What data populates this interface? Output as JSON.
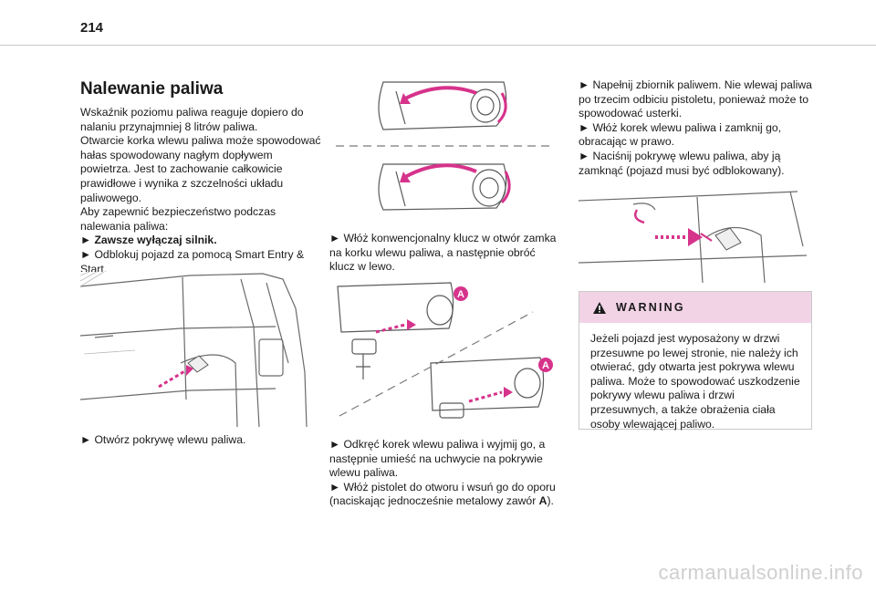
{
  "page": {
    "number": "214"
  },
  "column1": {
    "title": "Nalewanie paliwa",
    "intro1": "Wskaźnik poziomu paliwa reaguje dopiero do nalaniu przynajmniej 8 litrów paliwa.",
    "intro2": "Otwarcie korka wlewu paliwa może spowodować hałas spowodowany nagłym dopływem powietrza. Jest to zachowanie całkowicie prawidłowe i wynika z szczelności układu paliwowego.",
    "intro3": "Aby zapewnić bezpieczeństwo podczas nalewania paliwa:",
    "bullet_stop": "► Zawsze wyłączaj silnik.",
    "bullet_unlock": "► Odblokuj pojazd za pomocą Smart Entry & Start.",
    "bullet_open": "► Otwórz pokrywę wlewu paliwa."
  },
  "column2": {
    "bullet_key": "► Włóż konwencjonalny klucz w otwór zamka na korku wlewu paliwa, a następnie obróć klucz w lewo.",
    "bullet_unscrew": "► Odkręć korek wlewu paliwa i wyjmij go, a następnie umieść na uchwycie na pokrywie wlewu paliwa.",
    "bullet_nozzle_pre": "► Włóż pistolet do otworu i wsuń go do oporu (naciskając jednocześnie metalowy zawór ",
    "bullet_nozzle_ref": "A",
    "bullet_nozzle_post": ").",
    "marker_a": "A"
  },
  "column3": {
    "bullet_fill": "► Napełnij zbiornik paliwem. Nie wlewaj paliwa po trzecim odbiciu pistoletu, ponieważ może to spowodować usterki.",
    "bullet_close_cap": "► Włóż korek wlewu paliwa i zamknij go, obracając w prawo.",
    "bullet_close_flap": "► Naciśnij pokrywę wlewu paliwa, aby ją zamknąć (pojazd musi być odblokowany).",
    "warning": {
      "title": "WARNING",
      "text": "Jeżeli pojazd jest wyposażony w drzwi przesuwne po lewej stronie, nie należy ich otwierać, gdy otwarta jest pokrywa wlewu paliwa. Może to spowodować uszkodzenie pokrywy wlewu paliwa i drzwi przesuwnych, a także obrażenia ciała osoby wlewającej paliwo."
    }
  },
  "watermark": "carmanualsonline.info",
  "colors": {
    "arrow_magenta": "#d6338b",
    "warning_bg": "#f2d3e6",
    "line_art": "#5a5a5a"
  }
}
